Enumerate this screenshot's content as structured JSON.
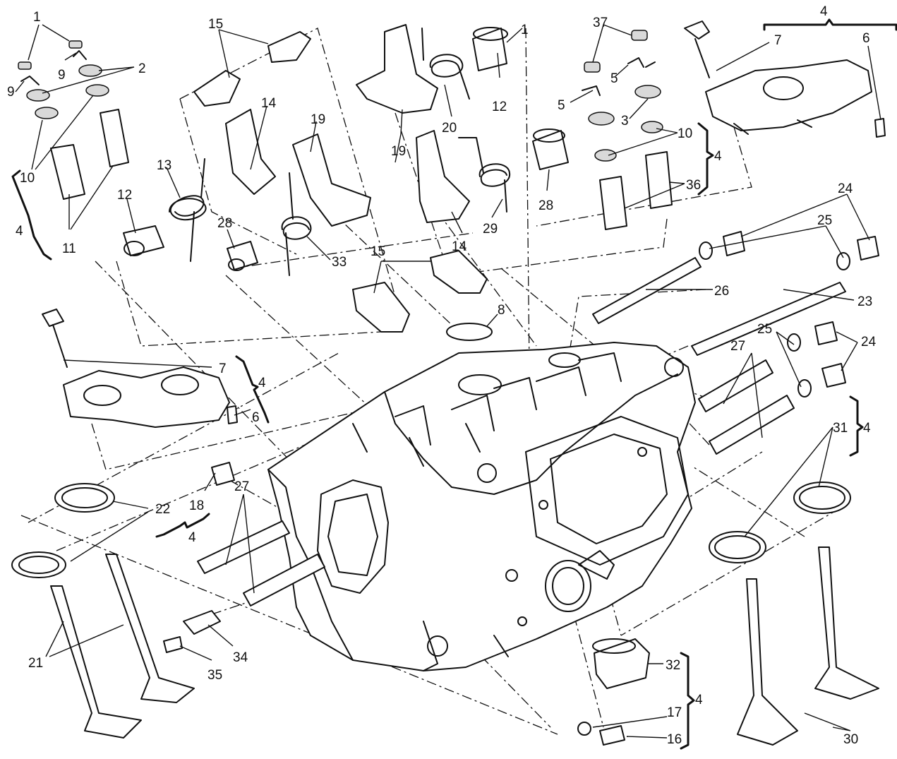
{
  "labels": [
    {
      "id": "l1",
      "text": "1"
    },
    {
      "id": "l2",
      "text": "2"
    },
    {
      "id": "l9a",
      "text": "9"
    },
    {
      "id": "l9b",
      "text": "9"
    },
    {
      "id": "l10a",
      "text": "10"
    },
    {
      "id": "l11",
      "text": "11"
    },
    {
      "id": "l4a",
      "text": "4"
    },
    {
      "id": "l15a",
      "text": "15"
    },
    {
      "id": "l14a",
      "text": "14"
    },
    {
      "id": "l19a",
      "text": "19"
    },
    {
      "id": "l13",
      "text": "13"
    },
    {
      "id": "l12a",
      "text": "12"
    },
    {
      "id": "l28a",
      "text": "28"
    },
    {
      "id": "l33",
      "text": "33"
    },
    {
      "id": "l1b",
      "text": "1"
    },
    {
      "id": "l12b",
      "text": "12"
    },
    {
      "id": "l20",
      "text": "20"
    },
    {
      "id": "l19b",
      "text": "19"
    },
    {
      "id": "l14b",
      "text": "14"
    },
    {
      "id": "l29",
      "text": "29"
    },
    {
      "id": "l28b",
      "text": "28"
    },
    {
      "id": "l37",
      "text": "37"
    },
    {
      "id": "l5a",
      "text": "5"
    },
    {
      "id": "l5b",
      "text": "5"
    },
    {
      "id": "l3",
      "text": "3"
    },
    {
      "id": "l10b",
      "text": "10"
    },
    {
      "id": "l4b",
      "text": "4"
    },
    {
      "id": "l36",
      "text": "36"
    },
    {
      "id": "l4c",
      "text": "4"
    },
    {
      "id": "l7a",
      "text": "7"
    },
    {
      "id": "l6a",
      "text": "6"
    },
    {
      "id": "l24a",
      "text": "24"
    },
    {
      "id": "l25a",
      "text": "25"
    },
    {
      "id": "l26",
      "text": "26"
    },
    {
      "id": "l23",
      "text": "23"
    },
    {
      "id": "l15b",
      "text": "15"
    },
    {
      "id": "l8",
      "text": "8"
    },
    {
      "id": "l7b",
      "text": "7"
    },
    {
      "id": "l4d",
      "text": "4"
    },
    {
      "id": "l6b",
      "text": "6"
    },
    {
      "id": "l25b",
      "text": "25"
    },
    {
      "id": "l24b",
      "text": "24"
    },
    {
      "id": "l27a",
      "text": "27"
    },
    {
      "id": "l31",
      "text": "31"
    },
    {
      "id": "l4e",
      "text": "4"
    },
    {
      "id": "l22",
      "text": "22"
    },
    {
      "id": "l18",
      "text": "18"
    },
    {
      "id": "l4f",
      "text": "4"
    },
    {
      "id": "l27b",
      "text": "27"
    },
    {
      "id": "l21",
      "text": "21"
    },
    {
      "id": "l34",
      "text": "34"
    },
    {
      "id": "l35",
      "text": "35"
    },
    {
      "id": "l32",
      "text": "32"
    },
    {
      "id": "l17",
      "text": "17"
    },
    {
      "id": "l4g",
      "text": "4"
    },
    {
      "id": "l16",
      "text": "16"
    },
    {
      "id": "l30",
      "text": "30"
    }
  ]
}
